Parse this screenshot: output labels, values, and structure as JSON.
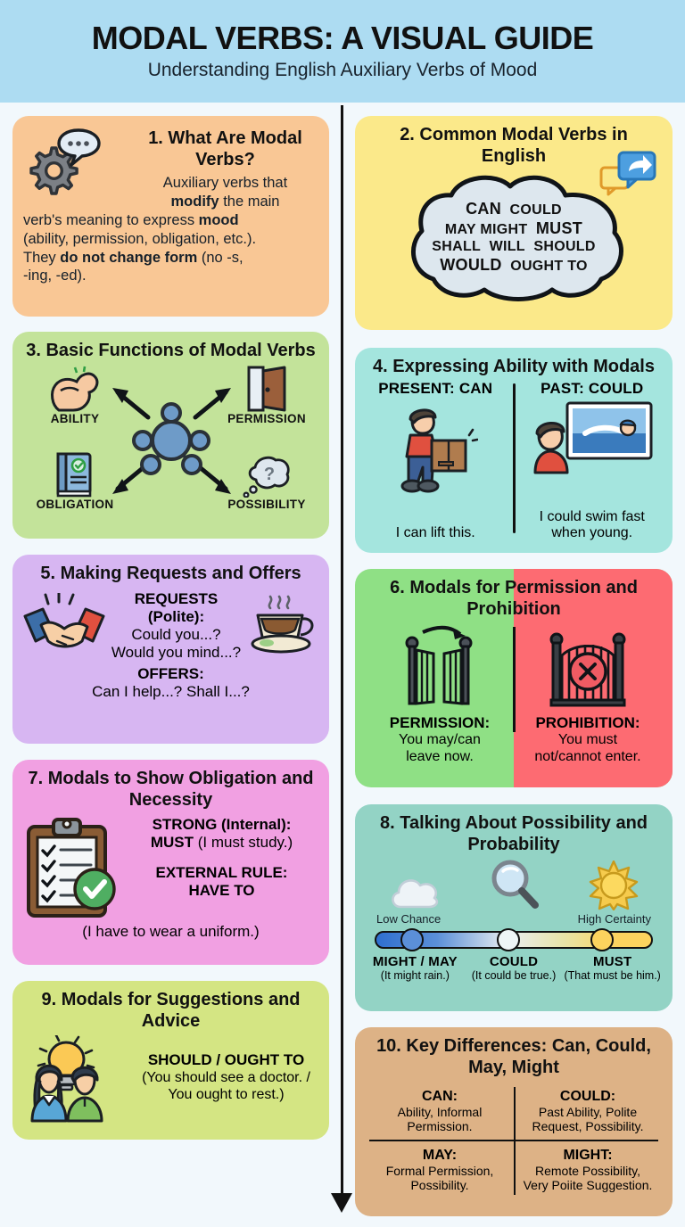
{
  "header": {
    "title": "MODAL VERBS: A VISUAL GUIDE",
    "subtitle": "Understanding English Auxiliary Verbs of Mood",
    "band_color": "#addcf2"
  },
  "panels": {
    "p1": {
      "title": "1. What Are Modal Verbs?",
      "line1": "Auxiliary verbs that",
      "line2_bold": "modify",
      "line2_rest": " the main",
      "line3_a": "verb's meaning to express ",
      "line3_b": "mood",
      "line4": "(ability, permission, obligation, etc.).",
      "line5_a": "They ",
      "line5_b": "do not change form",
      "line5_c": " (no -s,",
      "line6": "-ing, -ed).",
      "color": "#f9c795",
      "icons": [
        "gear-icon",
        "speech-bubble-icon"
      ]
    },
    "p2": {
      "title": "2. Common Modal Verbs in English",
      "cloud_rows": [
        "CAN  COULD",
        "MAY MIGHT  MUST",
        "SHALL  WILL  SHOULD",
        "WOULD  OUGHT TO"
      ],
      "verbs": [
        "CAN",
        "COULD",
        "MAY",
        "MIGHT",
        "MUST",
        "SHALL",
        "WILL",
        "SHOULD",
        "WOULD",
        "OUGHT TO"
      ],
      "color": "#fbe98a",
      "icons": [
        "share-chat-icon",
        "thought-cloud-icon"
      ]
    },
    "p3": {
      "title": "3. Basic Functions of Modal Verbs",
      "functions": [
        {
          "label": "ABILITY",
          "icon": "flexed-bicep-icon"
        },
        {
          "label": "PERMISSION",
          "icon": "open-door-icon"
        },
        {
          "label": "OBLIGATION",
          "icon": "rulebook-icon"
        },
        {
          "label": "POSSIBILITY",
          "icon": "question-thought-cloud-icon"
        }
      ],
      "color": "#c3e39a"
    },
    "p4": {
      "title": "4. Expressing Ability with Modals",
      "left": {
        "heading": "PRESENT: CAN",
        "caption": "I can lift this.",
        "icon": "person-lifting-box-icon"
      },
      "right": {
        "heading": "PAST: COULD",
        "caption_line1": "I could swim fast",
        "caption_line2": "when young.",
        "icon": "person-with-swimming-photo-icon"
      },
      "color": "#a4e5de"
    },
    "p5": {
      "title": "5. Making Requests and Offers",
      "requests_label": "REQUESTS (Polite):",
      "requests": [
        "Could you...?",
        "Would you mind...?"
      ],
      "offers_label": "OFFERS:",
      "offers": "Can I help...? Shall I...?",
      "color": "#d7b6f2",
      "icons": [
        "handshake-icon",
        "teacup-icon"
      ]
    },
    "p6": {
      "title": "6. Modals for Permission and Prohibition",
      "left": {
        "label": "PERMISSION:",
        "line1": "You may/can",
        "line2": "leave now.",
        "icon": "open-gate-icon",
        "color": "#8fe085"
      },
      "right": {
        "label": "PROHIBITION:",
        "line1": "You must",
        "line2": "not/cannot enter.",
        "icon": "closed-gate-no-entry-icon",
        "color": "#fd6b72"
      }
    },
    "p7": {
      "title": "7. Modals to Show Obligation and Necessity",
      "strong_label": "STRONG (Internal):",
      "strong_text_bold": "MUST",
      "strong_text_rest": " (I must study.)",
      "external_label": "EXTERNAL RULE:",
      "external_modal": "HAVE TO",
      "external_example": "(I have to wear a uniform.)",
      "color": "#f1a0e2",
      "icons": [
        "clipboard-checklist-icon",
        "green-check-icon"
      ]
    },
    "p8": {
      "title": "8. Talking About Possibility and Probability",
      "scale_left_label": "Low Chance",
      "scale_right_label": "High Certainty",
      "color": "#93d3c5",
      "icons": [
        "cloud-icon",
        "magnifying-glass-icon",
        "sun-icon"
      ],
      "stops": [
        {
          "modal": "MIGHT / MAY",
          "example": "(It might rain.)",
          "position_pct": 13,
          "knob_color": "#5b8fd8"
        },
        {
          "modal": "COULD",
          "example": "(It could be true.)",
          "position_pct": 48,
          "knob_color": "#eef5f6"
        },
        {
          "modal": "MUST",
          "example": "(That must be him.)",
          "position_pct": 82,
          "knob_color": "#fcd35e"
        }
      ]
    },
    "p9": {
      "title": "9. Modals for Suggestions and Advice",
      "modal": "SHOULD / OUGHT TO",
      "example_line1": "(You should see a doctor. /",
      "example_line2": "You ought to rest.)",
      "color": "#d4e583",
      "icons": [
        "lightbulb-icon",
        "two-people-icon"
      ]
    },
    "p10": {
      "title": "10. Key Differences: Can, Could, May, Might",
      "color": "#ddb286",
      "cells": [
        {
          "term": "CAN:",
          "desc_line1": "Ability, Informal",
          "desc_line2": "Permission."
        },
        {
          "term": "COULD:",
          "desc_line1": "Past Ability, Polite",
          "desc_line2": "Request, Possibility."
        },
        {
          "term": "MAY:",
          "desc_line1": "Formal Permission,",
          "desc_line2": "Possibility."
        },
        {
          "term": "MIGHT:",
          "desc_line1": "Remote Possibility,",
          "desc_line2": "Very Poiite Suggestion."
        }
      ]
    }
  },
  "chart_data": {
    "type": "scale",
    "title": "Possibility / Probability continuum",
    "axis_low": "Low Chance",
    "axis_high": "High Certainty",
    "points": [
      {
        "label": "MIGHT / MAY",
        "value": 13
      },
      {
        "label": "COULD",
        "value": 48
      },
      {
        "label": "MUST",
        "value": 82
      }
    ],
    "xlim": [
      0,
      100
    ],
    "grid": false,
    "legend": "none"
  }
}
